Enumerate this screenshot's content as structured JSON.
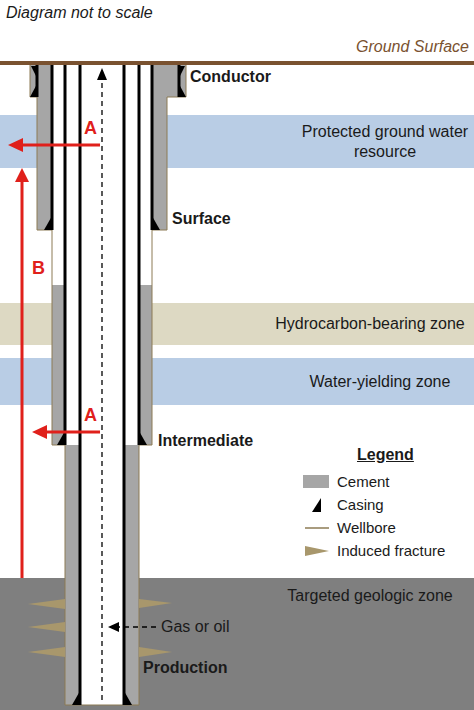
{
  "diagram": {
    "nodes": [
      {
        "text": [
          "Protected ground water resource"
        ]
      },
      {
        "text": [
          "Hydrocarbon-bearing zone"
        ]
      },
      {
        "text": [
          "Water-yielding zone"
        ]
      },
      {
        "text": [
          "Targeted geologic zone"
        ]
      }
    ],
    "edges": [
      {
        "from": 3,
        "to": 0,
        "arrow": "to",
        "label": "B"
      }
    ],
    "labels": [
      "Diagram not to scale",
      "Ground Surface",
      "Conductor",
      "Surface",
      "Intermediate",
      "Production",
      "Legend",
      "Gas or oil",
      "A",
      "A"
    ],
    "legend": [
      {
        "text": "Cement",
        "color": "#a6a6a6"
      },
      {
        "text": "Casing"
      },
      {
        "text": "Wellbore"
      },
      {
        "text": "Induced fracture"
      }
    ]
  }
}
